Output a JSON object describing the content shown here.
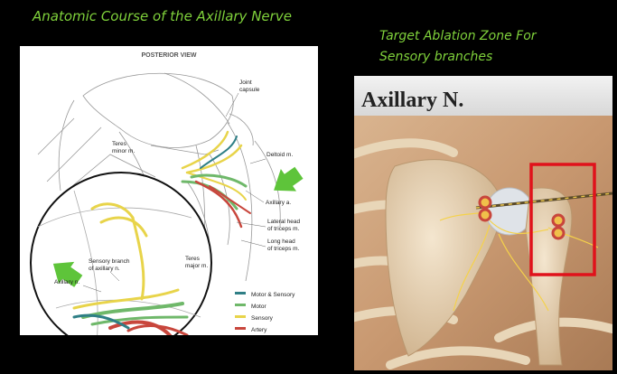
{
  "titles": {
    "left": "Anatomic Course of the Axillary Nerve",
    "right_line1": "Target Ablation Zone For",
    "right_line2": "Sensory branches"
  },
  "left_diagram": {
    "view_label": "POSTERIOR VIEW",
    "labels": {
      "joint1": "Joint",
      "joint2": "capsule",
      "teres_minor1": "Teres",
      "teres_minor2": "minor m.",
      "deltoid": "Deltoid m.",
      "axillary_a": "Axillary a.",
      "lat_head1": "Lateral head",
      "lat_head2": "of triceps m.",
      "long_head1": "Long head",
      "long_head2": "of triceps m.",
      "teres_major1": "Teres",
      "teres_major2": "major m.",
      "sensory1": "Sensory branch",
      "sensory2": "of axillary n.",
      "axillary_n": "Axillary n."
    },
    "legend": [
      {
        "label": "Motor & Sensory",
        "color": "#2f7f86"
      },
      {
        "label": "Motor",
        "color": "#6fb86a"
      },
      {
        "label": "Sensory",
        "color": "#e8d44a"
      },
      {
        "label": "Artery",
        "color": "#c8463c"
      }
    ]
  },
  "right_image": {
    "header_label": "Axillary N."
  },
  "colors": {
    "title_green": "#7fd13b",
    "arrow_green": "#5ec43a",
    "target_box": "#e0121b"
  }
}
